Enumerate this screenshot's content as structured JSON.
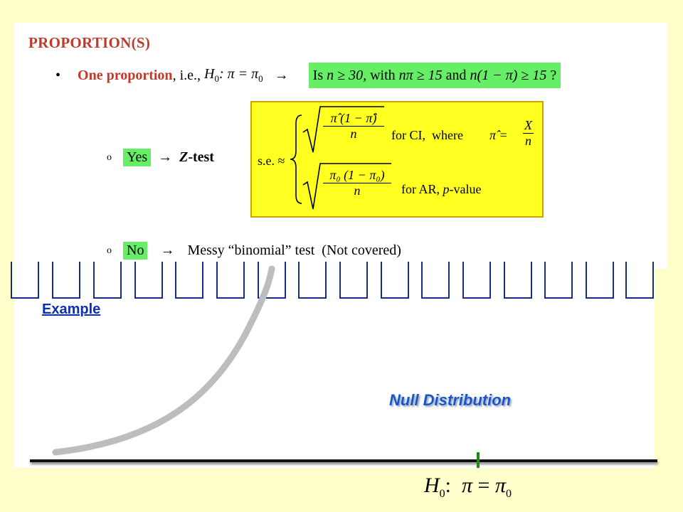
{
  "slide": {
    "heading": "PROPORTION(S)",
    "bullet": {
      "marker": "•",
      "lead": "One proportion",
      "ie": ", i.e., ",
      "h0": "H",
      "h0_sub": "0",
      "h0_expr": ": π = π",
      "h0_expr_sub": "0",
      "arrow": "→",
      "condition": {
        "is": "Is",
        "n_ge": "n ≥ 30,",
        "with": "with",
        "npi": "nπ ≥ 15",
        "and": "and",
        "n1pi": "n(1 − π) ≥ 15",
        "q": "?"
      }
    },
    "yes_row": {
      "marker": "o",
      "label": "Yes",
      "arrow": "→",
      "test_z": "Z",
      "test_rest": "-test"
    },
    "se_box": {
      "se": "s.e. ≈",
      "ci_num": "π̂ (1 − π̂)",
      "ci_den": "n",
      "ci_text": "for CI,  where",
      "pihat": "π̂ =",
      "x_num": "X",
      "x_den": "n",
      "ar_num": "π₀ (1 − π₀)",
      "ar_den": "n",
      "ar_text": "for AR,",
      "p": "p",
      "pvalue": "-value"
    },
    "no_row": {
      "marker": "o",
      "label": "No",
      "arrow": "→",
      "text": "Messy “binomial” test  (Not covered)"
    },
    "example_link": "Example",
    "null_label": "Null Distribution",
    "h0_axis": {
      "h": "H",
      "h_sub": "0",
      "colon": ":",
      "pi": "π",
      "eq": "=",
      "pi0": "π",
      "pi0_sub": "0"
    },
    "colors": {
      "background": "#ffffcc",
      "heading": "#c0392b",
      "green_highlight": "#66ee66",
      "yellow_box": "#ffff22",
      "bucket_stroke": "#1a2a8a",
      "link": "#0d2fb0",
      "null_label": "#1a56c8",
      "tick": "#1e8a1e"
    }
  }
}
